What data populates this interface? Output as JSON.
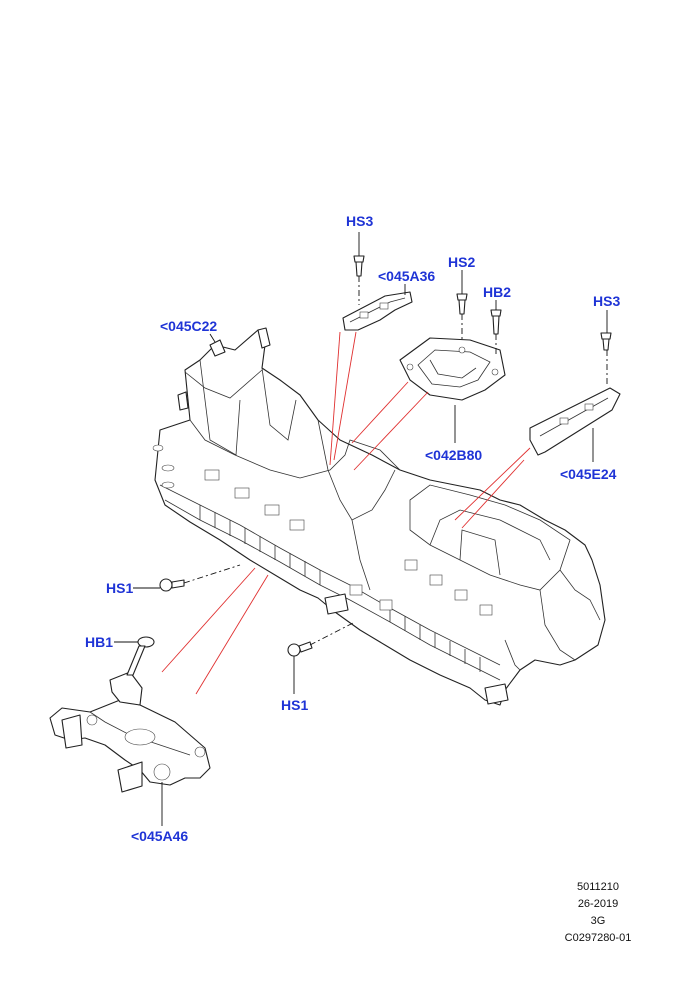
{
  "diagram": {
    "callout_color": "#1f34d6",
    "red_line_color": "#e03030",
    "callouts": {
      "hs3_top": "HS3",
      "c045a36": "<045A36",
      "hs2": "HS2",
      "hb2": "HB2",
      "hs3_right": "HS3",
      "c045c22": "<045C22",
      "c042b80": "<042B80",
      "c045e24": "<045E24",
      "hs1_left": "HS1",
      "hb1": "HB1",
      "hs1_bottom": "HS1",
      "c045a46": "<045A46"
    },
    "reference_block": {
      "line1": "5011210",
      "line2": "26-2019",
      "line3": "3G",
      "line4": "C0297280-01"
    }
  }
}
